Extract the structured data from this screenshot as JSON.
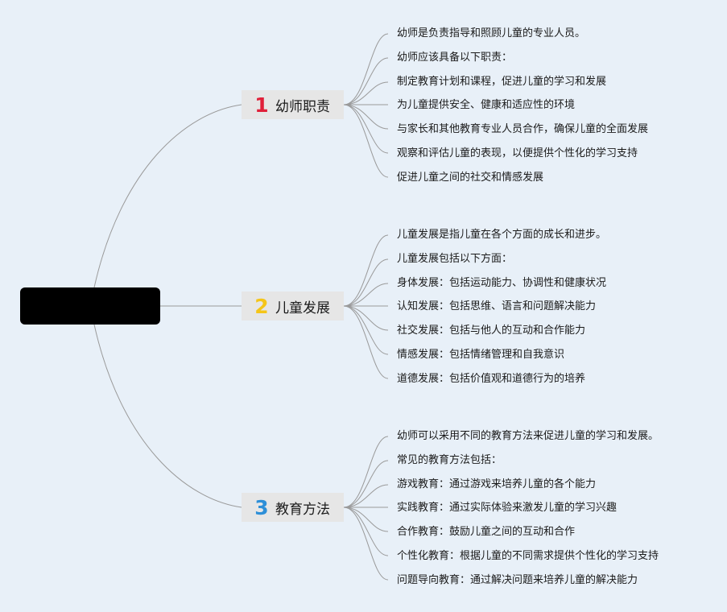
{
  "root": {
    "label": ""
  },
  "colors": {
    "background": "#e8f0f8",
    "line": "#9a9a9a",
    "branch_bg": "#e6e6e6",
    "root_bg": "#000000",
    "num1": "#e0203a",
    "num2": "#f5c518",
    "num3": "#2d8fd8"
  },
  "branches": [
    {
      "number": "1",
      "label": "幼师职责",
      "items": [
        "幼师是负责指导和照顾儿童的专业人员。",
        "幼师应该具备以下职责：",
        "制定教育计划和课程，促进儿童的学习和发展",
        "为儿童提供安全、健康和适应性的环境",
        "与家长和其他教育专业人员合作，确保儿童的全面发展",
        "观察和评估儿童的表现，以便提供个性化的学习支持",
        "促进儿童之间的社交和情感发展"
      ]
    },
    {
      "number": "2",
      "label": "儿童发展",
      "items": [
        "儿童发展是指儿童在各个方面的成长和进步。",
        "儿童发展包括以下方面：",
        "身体发展：包括运动能力、协调性和健康状况",
        "认知发展：包括思维、语言和问题解决能力",
        "社交发展：包括与他人的互动和合作能力",
        "情感发展：包括情绪管理和自我意识",
        "道德发展：包括价值观和道德行为的培养"
      ]
    },
    {
      "number": "3",
      "label": "教育方法",
      "items": [
        "幼师可以采用不同的教育方法来促进儿童的学习和发展。",
        "常见的教育方法包括：",
        "游戏教育：通过游戏来培养儿童的各个能力",
        "实践教育：通过实际体验来激发儿童的学习兴趣",
        "合作教育：鼓励儿童之间的互动和合作",
        "个性化教育：根据儿童的不同需求提供个性化的学习支持",
        "问题导向教育：通过解决问题来培养儿童的解决能力"
      ]
    }
  ]
}
